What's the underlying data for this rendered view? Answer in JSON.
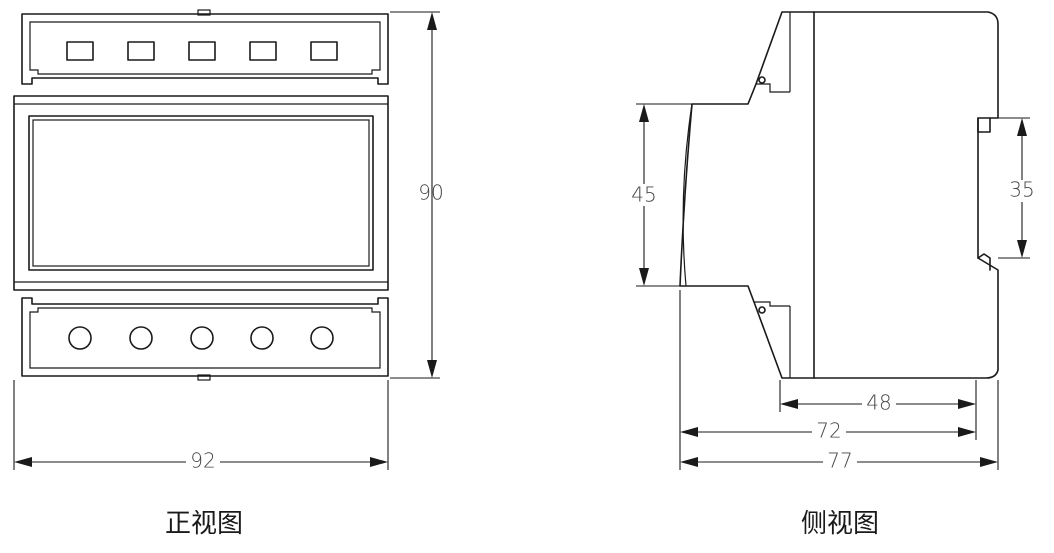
{
  "front_view": {
    "caption": "正视图",
    "width_label": "92",
    "height_label": "90"
  },
  "side_view": {
    "caption": "侧视图",
    "mount_height_label": "45",
    "rail_label": "35",
    "depth_48_label": "48",
    "depth_72_label": "72",
    "depth_77_label": "77"
  }
}
